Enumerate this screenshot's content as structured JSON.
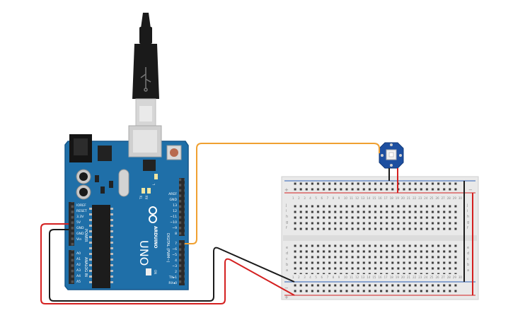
{
  "colors": {
    "board": "#1f6fa8",
    "board_edge": "#15578a",
    "header": "#2b2b2b",
    "wire_signal": "#f0a030",
    "wire_power": "#d42020",
    "wire_ground": "#1a1a1a",
    "breadboard": "#e9e9e9",
    "rail_red": "#d42020",
    "rail_blue": "#2a60b8",
    "led_module": "#1d4fa0"
  },
  "arduino": {
    "ioref": "IOREF",
    "reset": "RESET",
    "v33": "3.3V",
    "v5": "5V",
    "gnd1": "GND",
    "gnd2": "GND",
    "vin": "Vin",
    "power": "POWER",
    "analog_in": "ANALOG IN",
    "a0": "A0",
    "a1": "A1",
    "a2": "A2",
    "a3": "A3",
    "a4": "A4",
    "a5": "A5",
    "aref": "AREF",
    "gnd_top": "GND",
    "d13": "13",
    "d12": "12",
    "d11": "~11",
    "d10": "~10",
    "d9": "~9",
    "d8": "8",
    "d7": "7",
    "d6": "~6",
    "d5": "~5",
    "d4": "4",
    "d3": "~3",
    "d2": "2",
    "tx": "TX▸1",
    "rx": "RX◂0",
    "digital": "DIGITAL (PWM~)",
    "uno": "UNO",
    "brand": "ARDUINO",
    "on": "ON",
    "l": "L",
    "tx_led": "TX",
    "rx_led": "RX"
  },
  "breadboard": {
    "rows_upper": [
      "j",
      "i",
      "h",
      "g",
      "f"
    ],
    "rows_lower": [
      "e",
      "d",
      "c",
      "b",
      "a"
    ],
    "plus": "+",
    "minus": "−",
    "columns": [
      "1",
      "2",
      "3",
      "4",
      "5",
      "6",
      "7",
      "8",
      "9",
      "10",
      "11",
      "12",
      "13",
      "14",
      "15",
      "16",
      "17",
      "18",
      "19",
      "20",
      "21",
      "22",
      "23",
      "24",
      "25",
      "26",
      "27",
      "28",
      "29",
      "30"
    ]
  }
}
